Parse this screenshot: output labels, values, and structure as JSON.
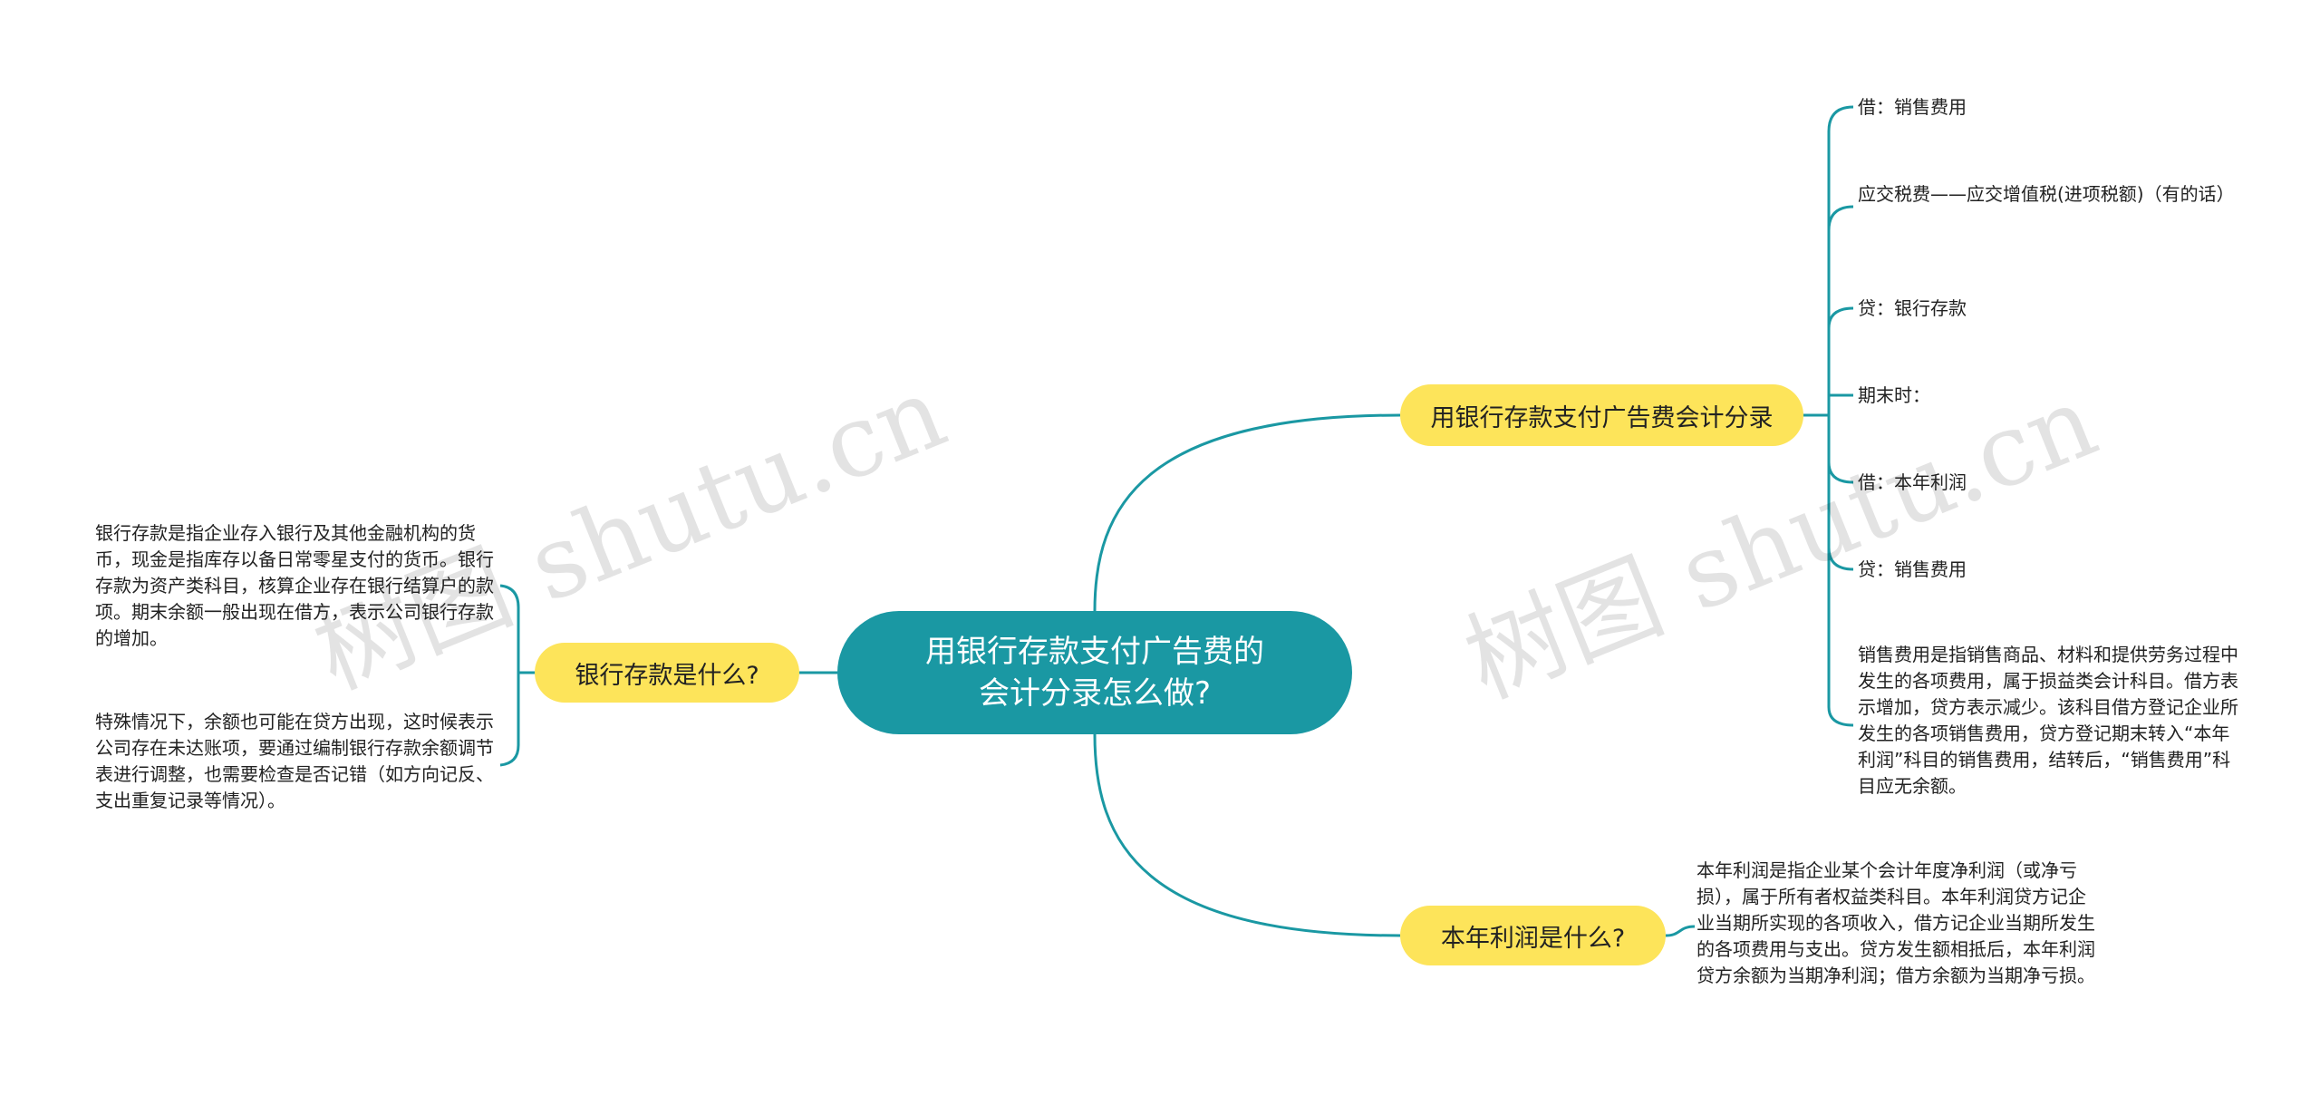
{
  "root": {
    "line1": "用银行存款支付广告费的",
    "line2": "会计分录怎么做?"
  },
  "branches": {
    "entry": {
      "label": "用银行存款支付广告费会计分录",
      "leaves": [
        "借：销售费用",
        "应交税费——应交增值税(进项税额)（有的话）",
        "贷：银行存款",
        "期末时：",
        "借：本年利润",
        "贷：销售费用",
        "销售费用是指销售商品、材料和提供劳务过程中发生的各项费用，属于损益类会计科目。借方表示增加，贷方表示减少。该科目借方登记企业所发生的各项销售费用，贷方登记期末转入“本年利润”科目的销售费用，结转后，“销售费用”科目应无余额。"
      ]
    },
    "profit": {
      "label": "本年利润是什么?",
      "leaves": [
        "本年利润是指企业某个会计年度净利润（或净亏损），属于所有者权益类科目。本年利润贷方记企业当期所实现的各项收入，借方记企业当期所发生的各项费用与支出。贷方发生额相抵后，本年利润贷方余额为当期净利润；借方余额为当期净亏损。"
      ]
    },
    "deposit": {
      "label": "银行存款是什么?",
      "leaves": [
        "银行存款是指企业存入银行及其他金融机构的货币，现金是指库存以备日常零星支付的货币。银行存款为资产类科目，核算企业存在银行结算户的款项。期末余额一般出现在借方，表示公司银行存款的增加。",
        "特殊情况下，余额也可能在贷方出现，这时候表示公司存在未达账项，要通过编制银行存款余额调节表进行调整，也需要检查是否记错（如方向记反、支出重复记录等情况）。"
      ]
    }
  },
  "watermarks": [
    "树图 shutu.cn",
    "树图 shutu.cn"
  ],
  "colors": {
    "root": "#1a98a3",
    "branch": "#fde45a",
    "line": "#1a98a3"
  }
}
